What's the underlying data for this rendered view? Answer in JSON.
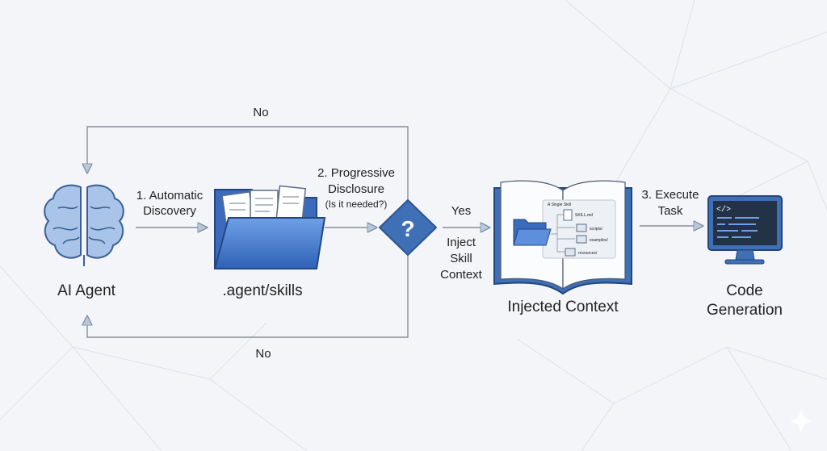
{
  "nodes": {
    "agent": "AI Agent",
    "skills": ".agent/skills",
    "context": "Injected Context",
    "code_line1": "Code",
    "code_line2": "Generation"
  },
  "edges": {
    "discovery_line1": "1. Automatic",
    "discovery_line2": "Discovery",
    "progressive_line1": "2. Progressive",
    "progressive_line2": "Disclosure",
    "progressive_question": "(Is it needed?)",
    "yes": "Yes",
    "inject_line1": "Inject",
    "inject_line2": "Skill",
    "inject_line3": "Context",
    "execute_line1": "3. Execute",
    "execute_line2": "Task",
    "no_top": "No",
    "no_bottom": "No"
  },
  "decision_symbol": "?",
  "skill_card": {
    "title": "A Single Skill",
    "items": [
      "SKILL.md",
      "scripts/",
      "examples/",
      "resources/"
    ]
  },
  "monitor_code": "</>",
  "colors": {
    "accent": "#3f6fb5",
    "dark": "#2d5590",
    "light": "#dce8f7"
  }
}
